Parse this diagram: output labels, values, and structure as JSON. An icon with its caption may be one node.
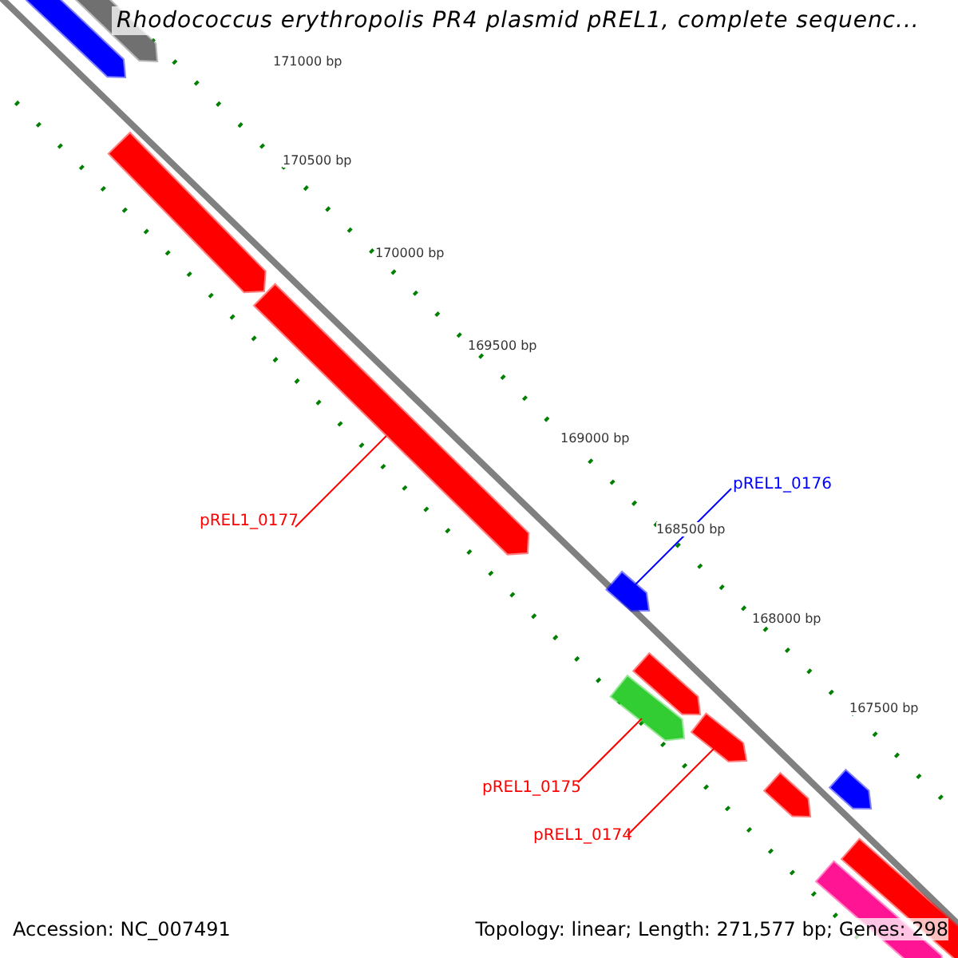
{
  "diagram": {
    "title": "Rhodococcus erythropolis PR4 plasmid pREL1, complete sequenc...",
    "nodes": [
      {
        "text": [],
        "shape": "bar"
      },
      {
        "text": [],
        "shape": "bar"
      },
      {
        "text": [],
        "shape": "bar"
      },
      {
        "text": [],
        "shape": "bar"
      },
      {
        "text": [
          "pREL1_0176"
        ]
      },
      {
        "text": [
          "pREL1_0177"
        ]
      },
      {
        "text": [],
        "shape": "bar"
      },
      {
        "text": [],
        "shape": "bar"
      },
      {
        "text": [],
        "shape": "bar"
      },
      {
        "text": [],
        "shape": "bar"
      },
      {
        "text": [],
        "shape": "bar"
      },
      {
        "text": [],
        "shape": "bar"
      },
      {
        "text": [
          "pREL1_0175"
        ]
      },
      {
        "text": [
          "pREL1_0174"
        ]
      },
      {
        "text": [],
        "shape": "bar"
      },
      {
        "text": [],
        "shape": "bar"
      }
    ],
    "edges": [
      {
        "from": 4,
        "to": 6,
        "arrow": "none",
        "color": "#0000ff"
      },
      {
        "from": 5,
        "to": 3,
        "arrow": "none"
      },
      {
        "from": 12,
        "to": 8,
        "arrow": "none"
      },
      {
        "from": 13,
        "to": 9,
        "arrow": "none"
      }
    ],
    "labels": [
      "171000 bp",
      "170500 bp",
      "170000 bp",
      "169500 bp",
      "169000 bp",
      "168500 bp",
      "168000 bp",
      "167500 bp",
      "Accession: NC_007491",
      "Topology: linear; Length: 271,577 bp; Genes: 298"
    ]
  }
}
